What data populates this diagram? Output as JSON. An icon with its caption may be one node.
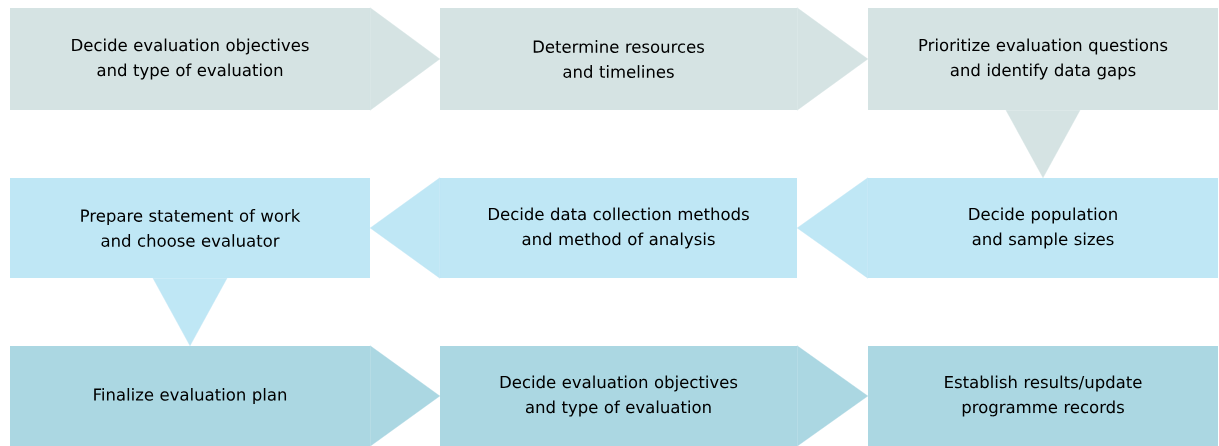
{
  "diagram": {
    "nodes": [
      {
        "text": [
          "Decide evaluation objectives and type of evaluation"
        ]
      },
      {
        "text": [
          "Determine resources and timelines"
        ]
      },
      {
        "text": [
          "Prioritize evaluation questions and identify data gaps"
        ]
      },
      {
        "text": [
          "Decide population and sample sizes"
        ]
      },
      {
        "text": [
          "Decide data collection methods and method of analysis"
        ]
      },
      {
        "text": [
          "Prepare statement of work and choose evaluator"
        ]
      },
      {
        "text": [
          "Finalize evaluation plan"
        ]
      },
      {
        "text": [
          "Decide evaluation objectives and type of evaluation"
        ]
      },
      {
        "text": [
          "Establish results/update programme records"
        ]
      }
    ],
    "edges": [
      {
        "from": 0,
        "to": 1,
        "arrow": "to"
      },
      {
        "from": 1,
        "to": 2,
        "arrow": "to"
      },
      {
        "from": 2,
        "to": 3,
        "arrow": "to"
      },
      {
        "from": 3,
        "to": 4,
        "arrow": "to"
      },
      {
        "from": 4,
        "to": 5,
        "arrow": "to"
      },
      {
        "from": 5,
        "to": 6,
        "arrow": "to"
      },
      {
        "from": 6,
        "to": 7,
        "arrow": "to"
      },
      {
        "from": 7,
        "to": 8,
        "arrow": "to"
      }
    ]
  }
}
